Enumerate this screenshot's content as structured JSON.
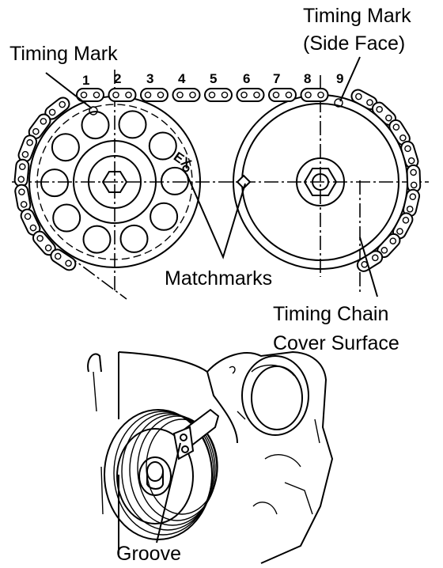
{
  "labels": {
    "timing_mark_left": "Timing Mark",
    "timing_mark_right_1": "Timing Mark",
    "timing_mark_right_2": "(Side Face)",
    "matchmarks": "Matchmarks",
    "cover_surface_1": "Timing Chain",
    "cover_surface_2": "Cover Surface",
    "groove": "Groove",
    "ex_mark": "EX"
  },
  "link_numbers": [
    "1",
    "2",
    "3",
    "4",
    "5",
    "6",
    "7",
    "8",
    "9"
  ]
}
